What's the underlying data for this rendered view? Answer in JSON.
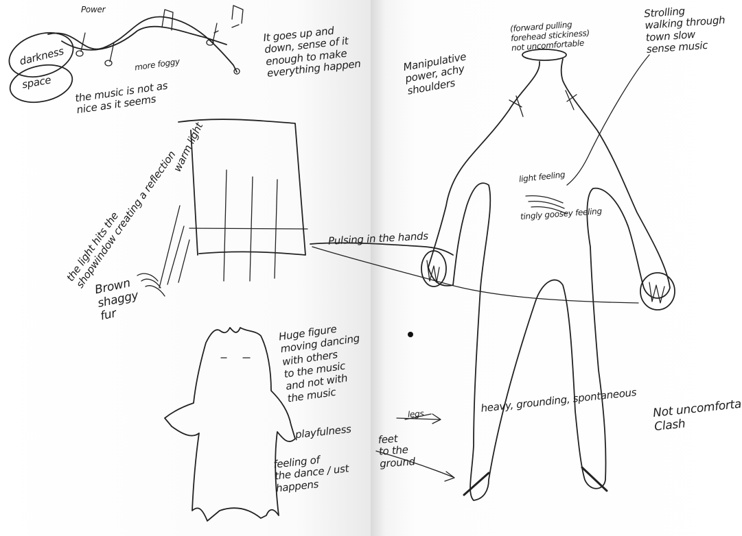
{
  "notes": {
    "top_fragment": "Power",
    "darkness": "darkness",
    "space": "space",
    "foggy": "more foggy",
    "goes_up": "It goes up and\ndown, sense of it\nenough to make\neverything happen",
    "music_not_nice": "the music is not as\nnice as it seems",
    "warm_light": "warm light",
    "light_hits": "the light hits the\nshopwindow creating a reflection",
    "brown_fur": "Brown\nshaggy\nfur",
    "huge_figure": "Huge figure\nmoving dancing\nwith others\nto the music\nand not with\nthe music",
    "playfulness": "playfulness",
    "feeling_of": "feeling of\nthe dance / ust\nhappens",
    "pulsing": "Pulsing in the hands",
    "manipulative": "Manipulative\npower, achy\nshoulders",
    "forward_pulling": "(forward pulling\nforehead stickiness)\nnot uncomfortable",
    "strolling": "Strolling\nwalking through\ntown slow\nsense music",
    "light_feeling": "light feeling",
    "tingly": "tingly goosey feeling",
    "legs": "legs",
    "feet": "feet\nto the\nground",
    "heavy": "heavy, grounding, spontaneous",
    "not_uncomfortable": "Not uncomfortable\nClash"
  }
}
